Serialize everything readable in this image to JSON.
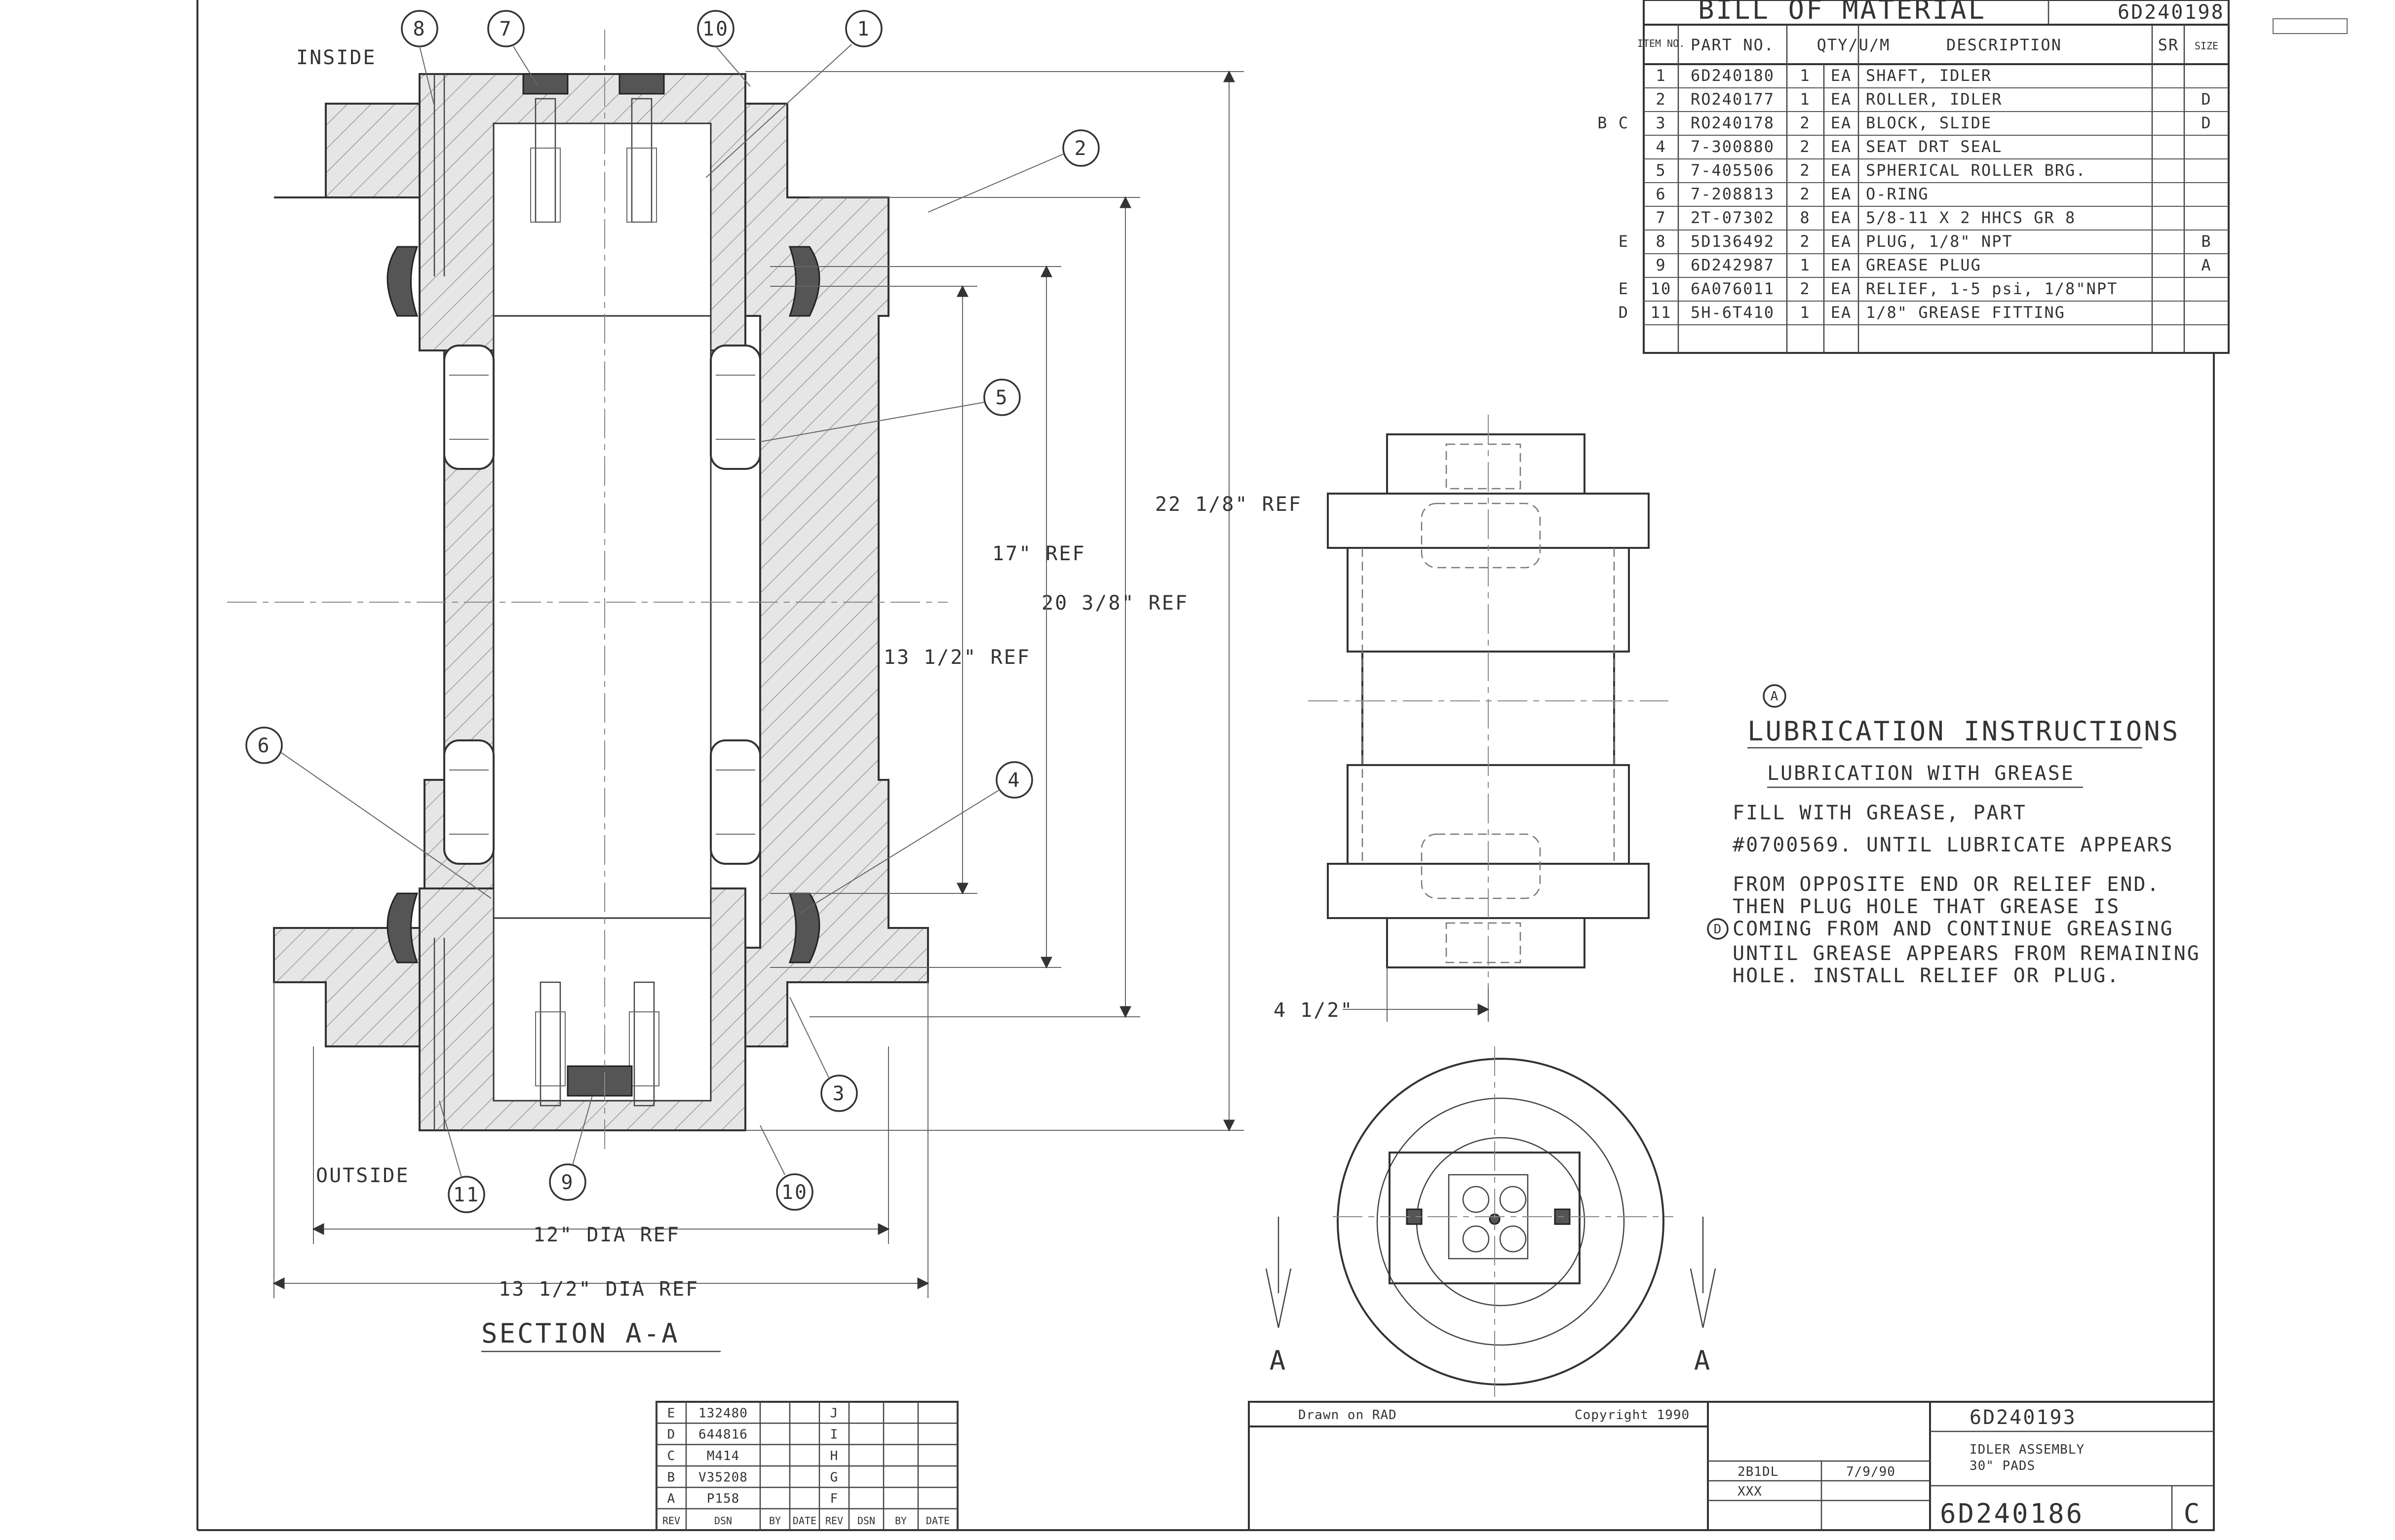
{
  "sheet": {
    "frame_tag": "",
    "section_label": "SECTION A-A",
    "inside_label": "INSIDE",
    "outside_label": "OUTSIDE",
    "section_cut_label": "A"
  },
  "bom": {
    "title": "BILL OF MATERIAL",
    "number": "6D240198",
    "headers": [
      "ITEM NO.",
      "PART NO.",
      "QTY/U/M",
      "DESCRIPTION",
      "SR",
      "SIZE"
    ],
    "rows": [
      {
        "item": "1",
        "part": "6D240180",
        "qty": "1",
        "um": "EA",
        "desc": "SHAFT, IDLER",
        "sr": "",
        "size": "",
        "mark": ""
      },
      {
        "item": "2",
        "part": "RO240177",
        "qty": "1",
        "um": "EA",
        "desc": "ROLLER, IDLER",
        "sr": "",
        "size": "D",
        "mark": ""
      },
      {
        "item": "3",
        "part": "RO240178",
        "qty": "2",
        "um": "EA",
        "desc": "BLOCK, SLIDE",
        "sr": "",
        "size": "D",
        "mark": "B C"
      },
      {
        "item": "4",
        "part": "7-300880",
        "qty": "2",
        "um": "EA",
        "desc": "SEAT DRT SEAL",
        "sr": "",
        "size": "",
        "mark": ""
      },
      {
        "item": "5",
        "part": "7-405506",
        "qty": "2",
        "um": "EA",
        "desc": "SPHERICAL ROLLER BRG.",
        "sr": "",
        "size": "",
        "mark": ""
      },
      {
        "item": "6",
        "part": "7-208813",
        "qty": "2",
        "um": "EA",
        "desc": "O-RING",
        "sr": "",
        "size": "",
        "mark": ""
      },
      {
        "item": "7",
        "part": "2T-07302",
        "qty": "8",
        "um": "EA",
        "desc": "5/8-11 X 2 HHCS GR 8",
        "sr": "",
        "size": "",
        "mark": ""
      },
      {
        "item": "8",
        "part": "5D136492",
        "qty": "2",
        "um": "EA",
        "desc": "PLUG, 1/8\" NPT",
        "sr": "",
        "size": "B",
        "mark": "E"
      },
      {
        "item": "9",
        "part": "6D242987",
        "qty": "1",
        "um": "EA",
        "desc": "GREASE PLUG",
        "sr": "",
        "size": "A",
        "mark": ""
      },
      {
        "item": "10",
        "part": "6A076011",
        "qty": "2",
        "um": "EA",
        "desc": "RELIEF, 1-5 psi, 1/8\"NPT",
        "sr": "",
        "size": "",
        "mark": "E"
      },
      {
        "item": "11",
        "part": "5H-6T410",
        "qty": "1",
        "um": "EA",
        "desc": "1/8\" GREASE FITTING",
        "sr": "",
        "size": "",
        "mark": "D"
      }
    ]
  },
  "lubrication": {
    "note_mark": "A",
    "title": "LUBRICATION INSTRUCTIONS",
    "subtitle": "LUBRICATION WITH GREASE",
    "lines": [
      "FILL WITH GREASE, PART",
      "#0700569. UNTIL LUBRICATE APPEARS",
      "FROM OPPOSITE END OR RELIEF END.",
      "THEN PLUG HOLE THAT GREASE IS",
      "COMING FROM AND CONTINUE GREASING",
      "UNTIL GREASE APPEARS FROM REMAINING",
      "HOLE.  INSTALL RELIEF OR PLUG."
    ],
    "step_mark": "D"
  },
  "dimensions": {
    "overall": "22 1/8\" REF",
    "length_a": "17\" REF",
    "length_b": "20 3/8\" REF",
    "length_c": "13 1/2\" REF",
    "dia_inner": "12\" DIA REF",
    "dia_outer": "13 1/2\" DIA REF",
    "offset": "4 1/2\""
  },
  "balloons": {
    "b1": "1",
    "b2": "2",
    "b3": "3",
    "b4": "4",
    "b5": "5",
    "b6": "6",
    "b7": "7",
    "b8": "8",
    "b9": "9",
    "b10": "10",
    "b11": "11",
    "b13": "10"
  },
  "revisions": {
    "headers": [
      "REV",
      "DSN",
      "BY",
      "DATE",
      "REV",
      "DSN",
      "BY",
      "DATE"
    ],
    "rows": [
      {
        "rev": "E",
        "dsn": "132480",
        "by": "",
        "date": "",
        "rev2": "J"
      },
      {
        "rev": "D",
        "dsn": "644816",
        "by": "",
        "date": "",
        "rev2": "I"
      },
      {
        "rev": "C",
        "dsn": "M414",
        "by": "",
        "date": "",
        "rev2": "H"
      },
      {
        "rev": "B",
        "dsn": "V35208",
        "by": "",
        "date": "",
        "rev2": "G"
      },
      {
        "rev": "A",
        "dsn": "P158",
        "by": "",
        "date": "",
        "rev2": "F"
      }
    ]
  },
  "titleblock": {
    "drawn_on": "Drawn on RAD",
    "copyright": "Copyright 1990",
    "top_number": "6D240193",
    "title_line1": "IDLER ASSEMBLY",
    "title_line2": "30\" PADS",
    "drawn_by": "2B1DL",
    "date": "7/9/90",
    "checked": "XXX",
    "dwg_number": "6D240186",
    "sheet_size": "C"
  }
}
